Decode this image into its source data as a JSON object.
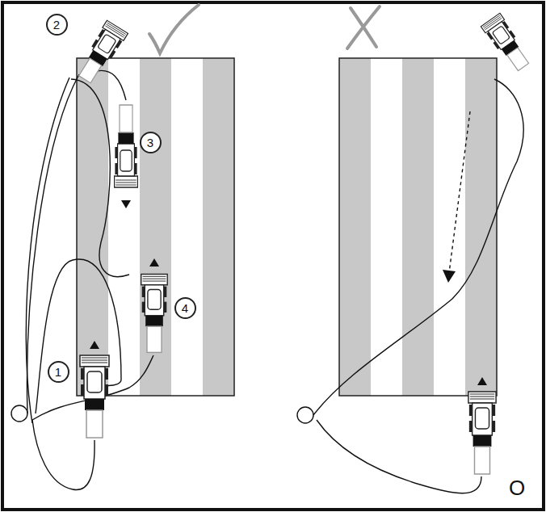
{
  "diagram": {
    "nodes": [
      {
        "text": [
          "1"
        ]
      },
      {
        "text": [
          "2"
        ]
      },
      {
        "text": [
          "3"
        ]
      },
      {
        "text": [
          "4"
        ]
      }
    ],
    "labels": [
      "O"
    ]
  }
}
